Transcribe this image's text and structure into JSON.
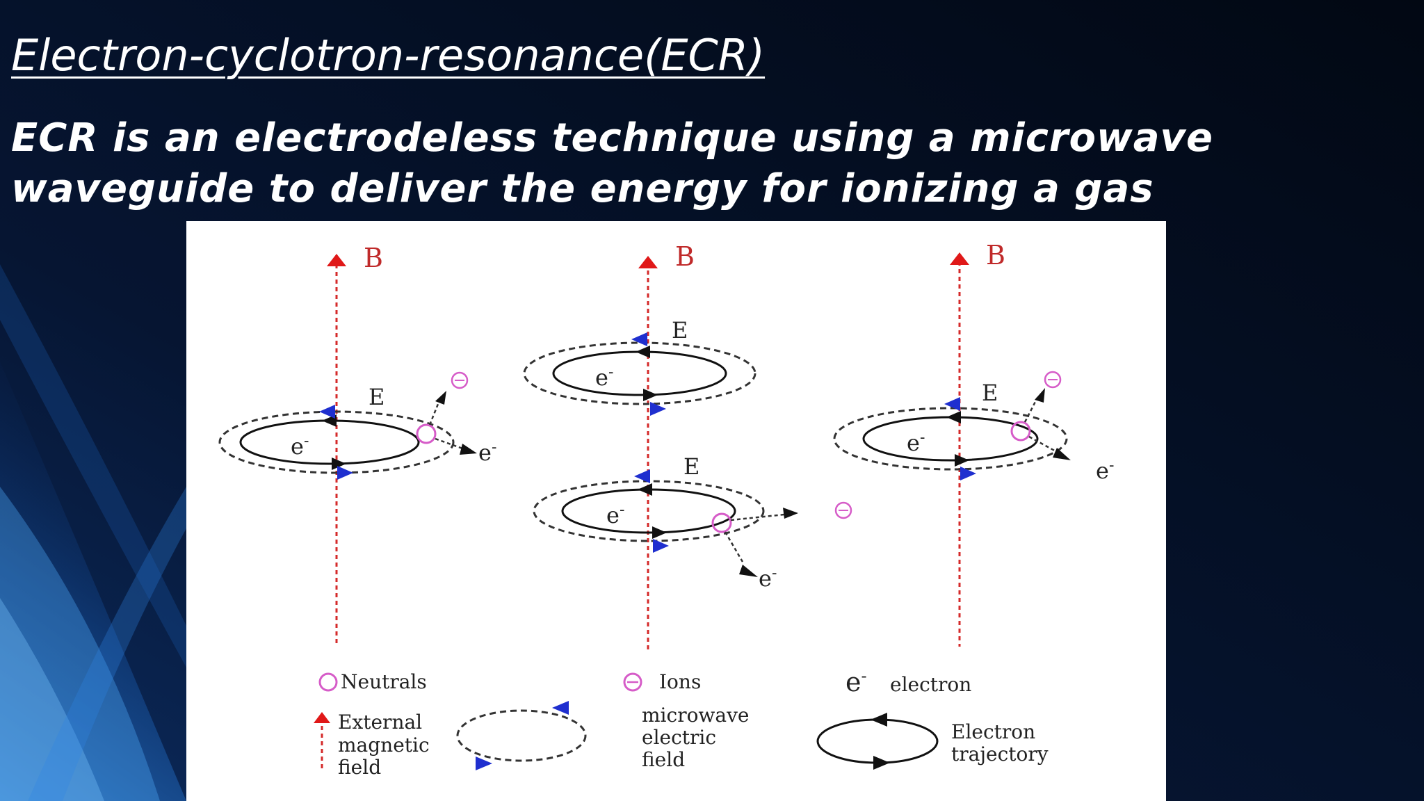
{
  "slide": {
    "title": "Electron-cyclotron-resonance(ECR)",
    "body": "ECR is an electrodeless technique using a microwave waveguide to deliver the energy for ionizing a gas"
  },
  "figure": {
    "field_label": "B",
    "efield_label": "E",
    "electron_label": "e",
    "electron_sup": "-",
    "legend": {
      "neutrals": "Neutrals",
      "ions": "Ions",
      "electron_symbol": "e",
      "electron": "electron",
      "magnetic_line1": "External",
      "magnetic_line2": "magnetic",
      "magnetic_line3": "field",
      "microwave_line1": "microwave",
      "microwave_line2": "electric",
      "microwave_line3": "field",
      "trajectory_line1": "Electron",
      "trajectory_line2": "trajectory"
    }
  },
  "colors": {
    "field_line": "#d42a2a",
    "field_arrow": "#e01818",
    "microwave_arrow": "#1f2fcf",
    "ion_neutral": "#d65cc8",
    "trajectory": "#111111"
  }
}
